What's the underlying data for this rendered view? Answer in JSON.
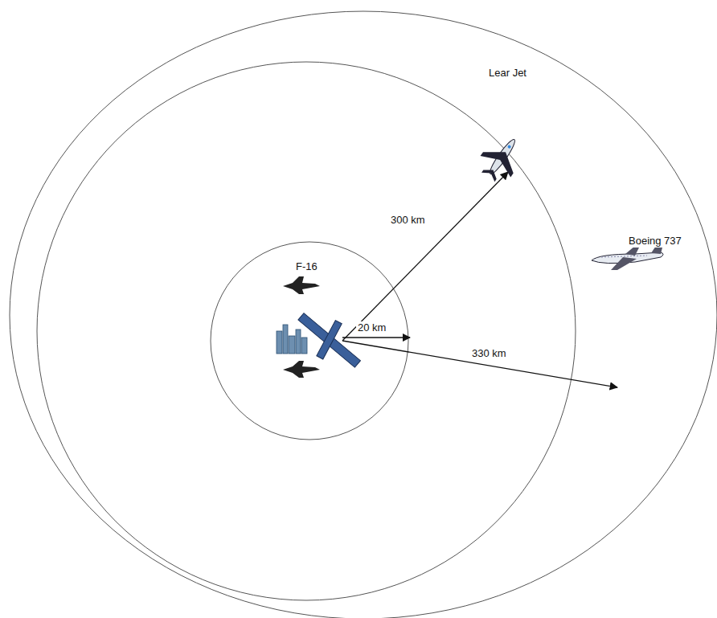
{
  "diagram": {
    "labels": [
      "Lear Jet",
      "Boeing 737",
      "300 km",
      "F-16",
      "20 km",
      "330 km"
    ]
  }
}
